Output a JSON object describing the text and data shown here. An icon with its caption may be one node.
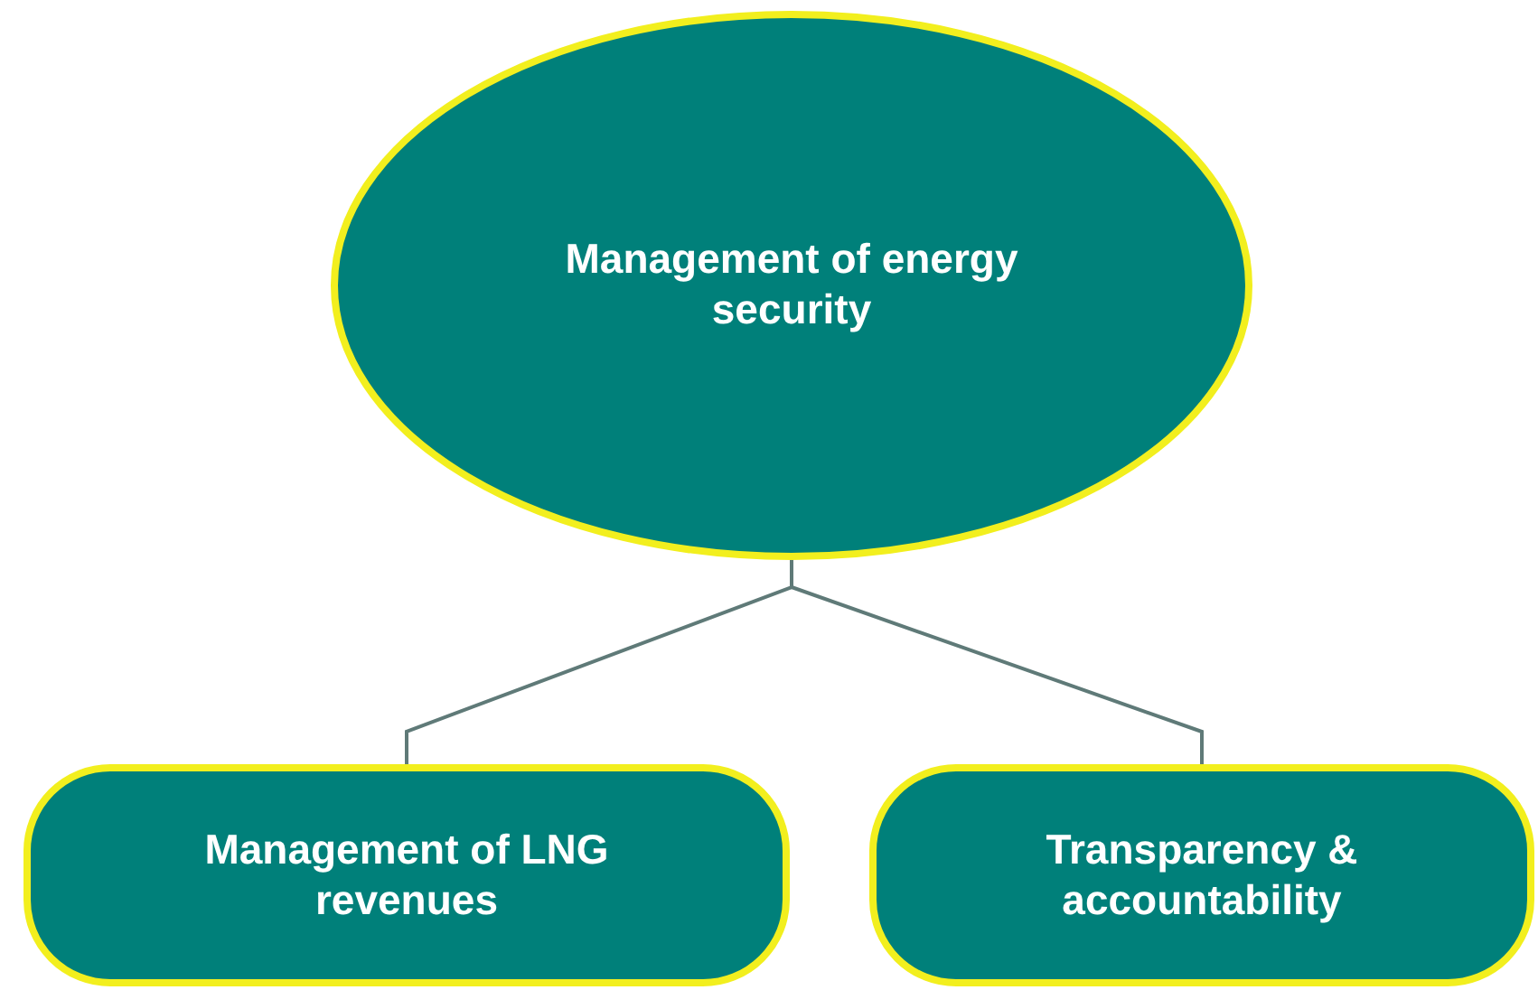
{
  "diagram": {
    "nodes": [
      {
        "text": [
          "Management of energy security"
        ]
      },
      {
        "text": [
          "Management of LNG revenues"
        ]
      },
      {
        "text": [
          "Transparency & accountability"
        ]
      }
    ],
    "edges": [
      {
        "from": 0,
        "to": 1,
        "arrow": "none"
      },
      {
        "from": 0,
        "to": 2,
        "arrow": "none"
      }
    ]
  }
}
